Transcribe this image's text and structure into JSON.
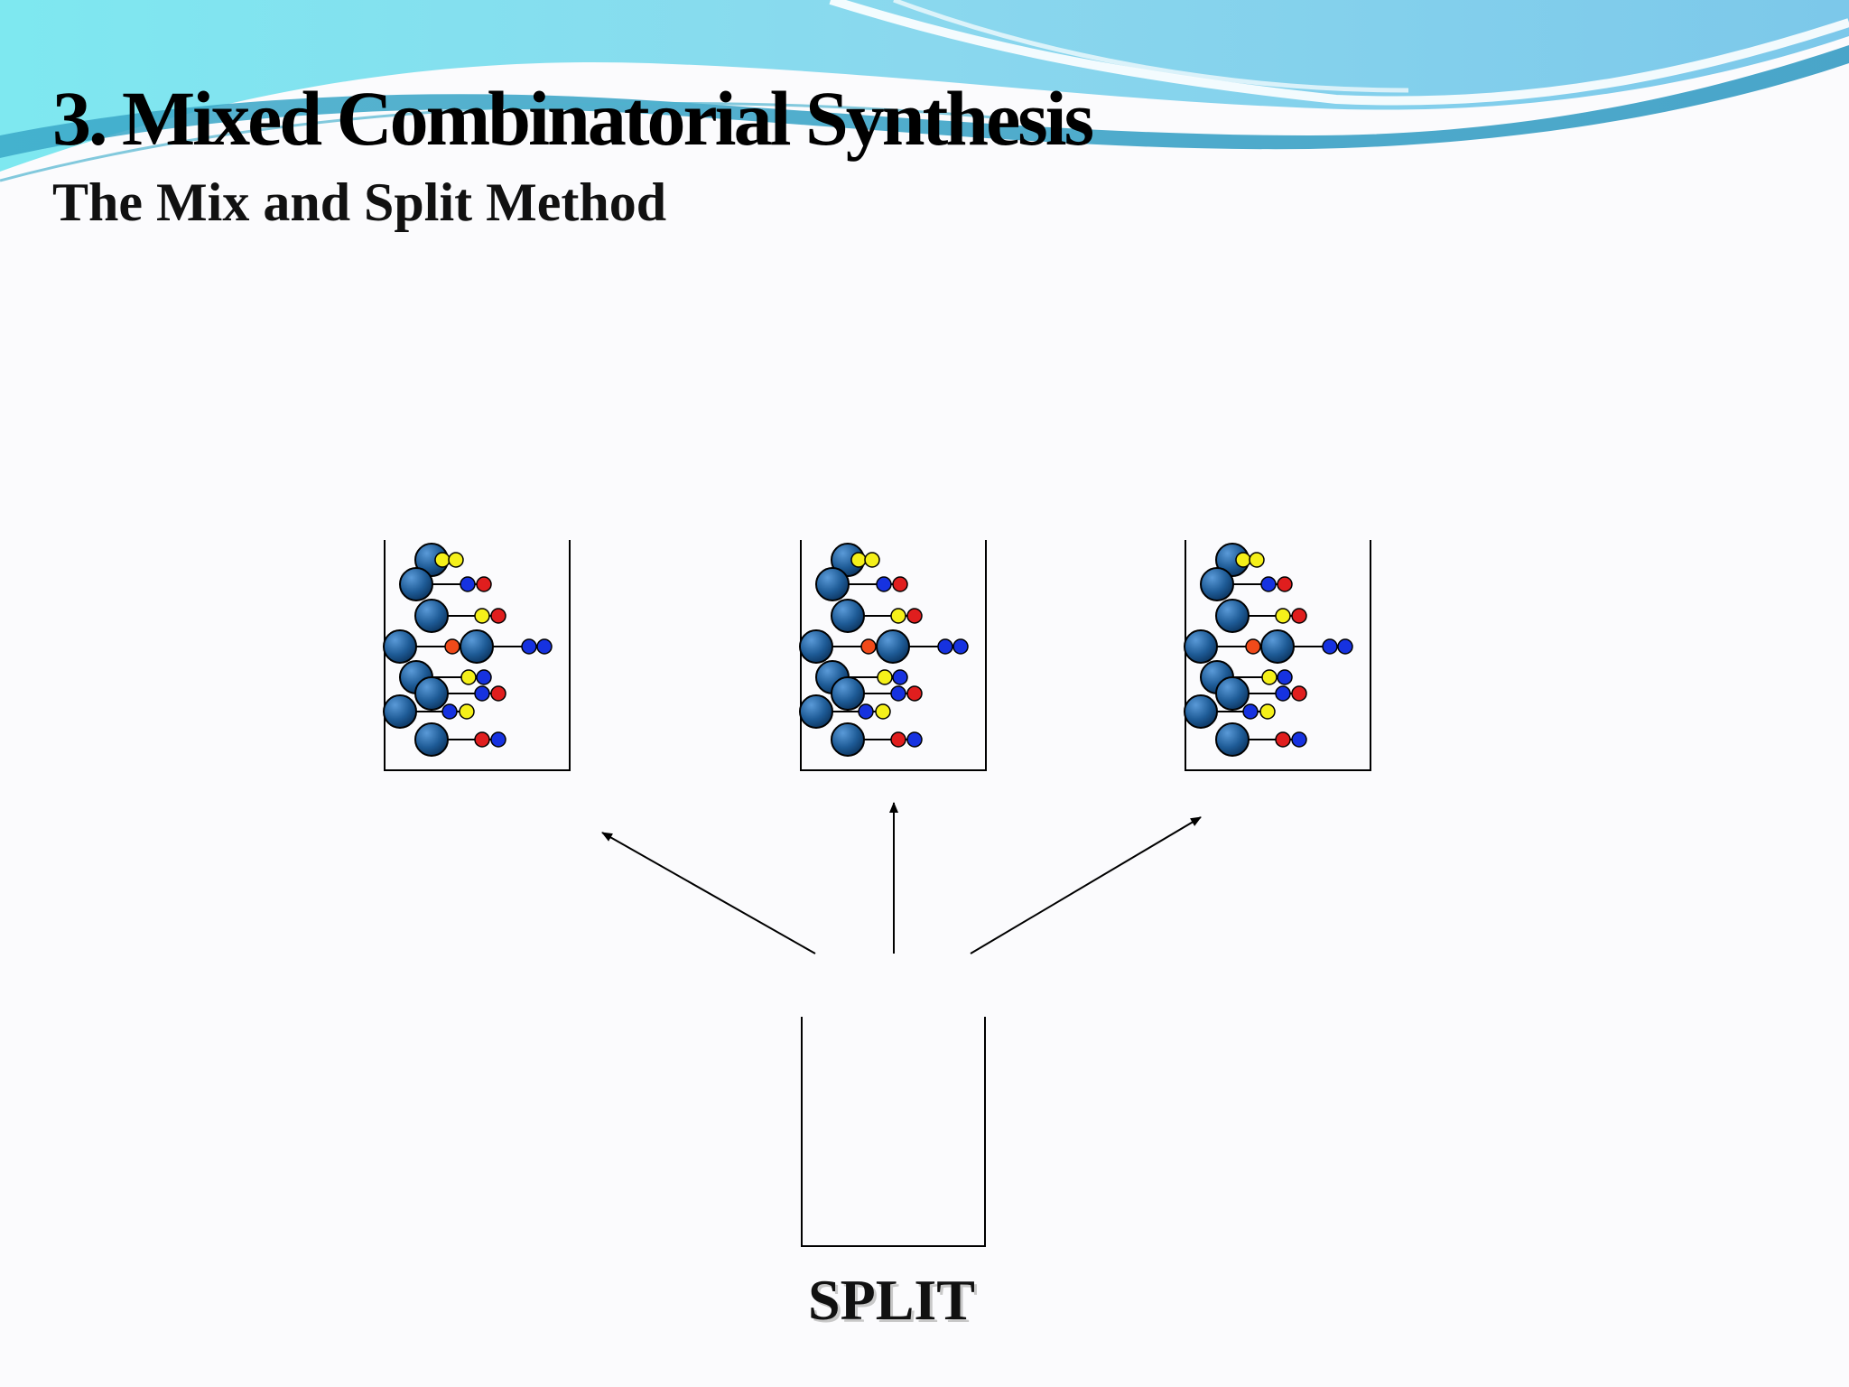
{
  "slide": {
    "title": "3. Mixed Combinatorial Synthesis",
    "subtitle": "The Mix and Split Method",
    "split_label": "SPLIT"
  },
  "colors": {
    "bead": "#1e5b96",
    "yellow": "#f5f01a",
    "red": "#e01e1e",
    "blue": "#1632e0",
    "orange_red": "#f04a1a"
  },
  "diagram": {
    "containers": [
      {
        "id": "vessel-left"
      },
      {
        "id": "vessel-center"
      },
      {
        "id": "vessel-right"
      }
    ],
    "source_vessel": "split-vessel",
    "arrows": [
      "left",
      "center",
      "right"
    ]
  }
}
